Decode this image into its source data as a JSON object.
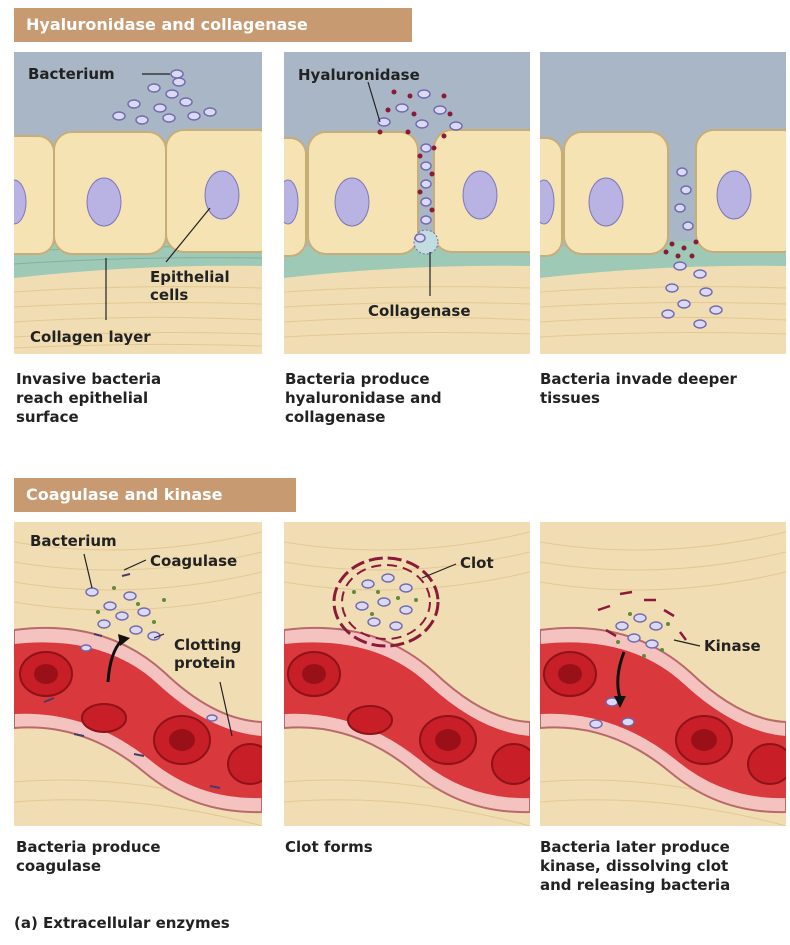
{
  "top_section": {
    "banner": "Hyaluronidase and collagenase",
    "panels": [
      {
        "labels": {
          "bacterium": "Bacterium",
          "epithelial": "Epithelial\ncells",
          "collagen": "Collagen layer"
        },
        "caption": "Invasive bacteria\nreach epithelial\nsurface"
      },
      {
        "labels": {
          "hyaluronidase": "Hyaluronidase",
          "collagenase": "Collagenase"
        },
        "caption": "Bacteria produce\nhyaluronidase and\ncollagenase"
      },
      {
        "labels": {},
        "caption": "Bacteria invade deeper\ntissues"
      }
    ]
  },
  "bottom_section": {
    "banner": "Coagulase and kinase",
    "panels": [
      {
        "labels": {
          "bacterium": "Bacterium",
          "coagulase": "Coagulase",
          "clotting": "Clotting\nprotein"
        },
        "caption": "Bacteria produce\ncoagulase"
      },
      {
        "labels": {
          "clot": "Clot"
        },
        "caption": "Clot forms"
      },
      {
        "labels": {
          "kinase": "Kinase"
        },
        "caption": "Bacteria later produce\nkinase, dissolving clot\nand releasing bacteria"
      }
    ]
  },
  "footer": "(a) Extracellular enzymes",
  "colors": {
    "banner": "#c89a72",
    "sky": "#a9b6c6",
    "cell": "#f6e3b4",
    "nucleus": "#b8b3e2",
    "collagen": "#9ec9b7",
    "tissue": "#f1ddb3",
    "vessel": "#d9383c",
    "rbc": "#c81e28",
    "enzyme": "#8b1a3a"
  }
}
